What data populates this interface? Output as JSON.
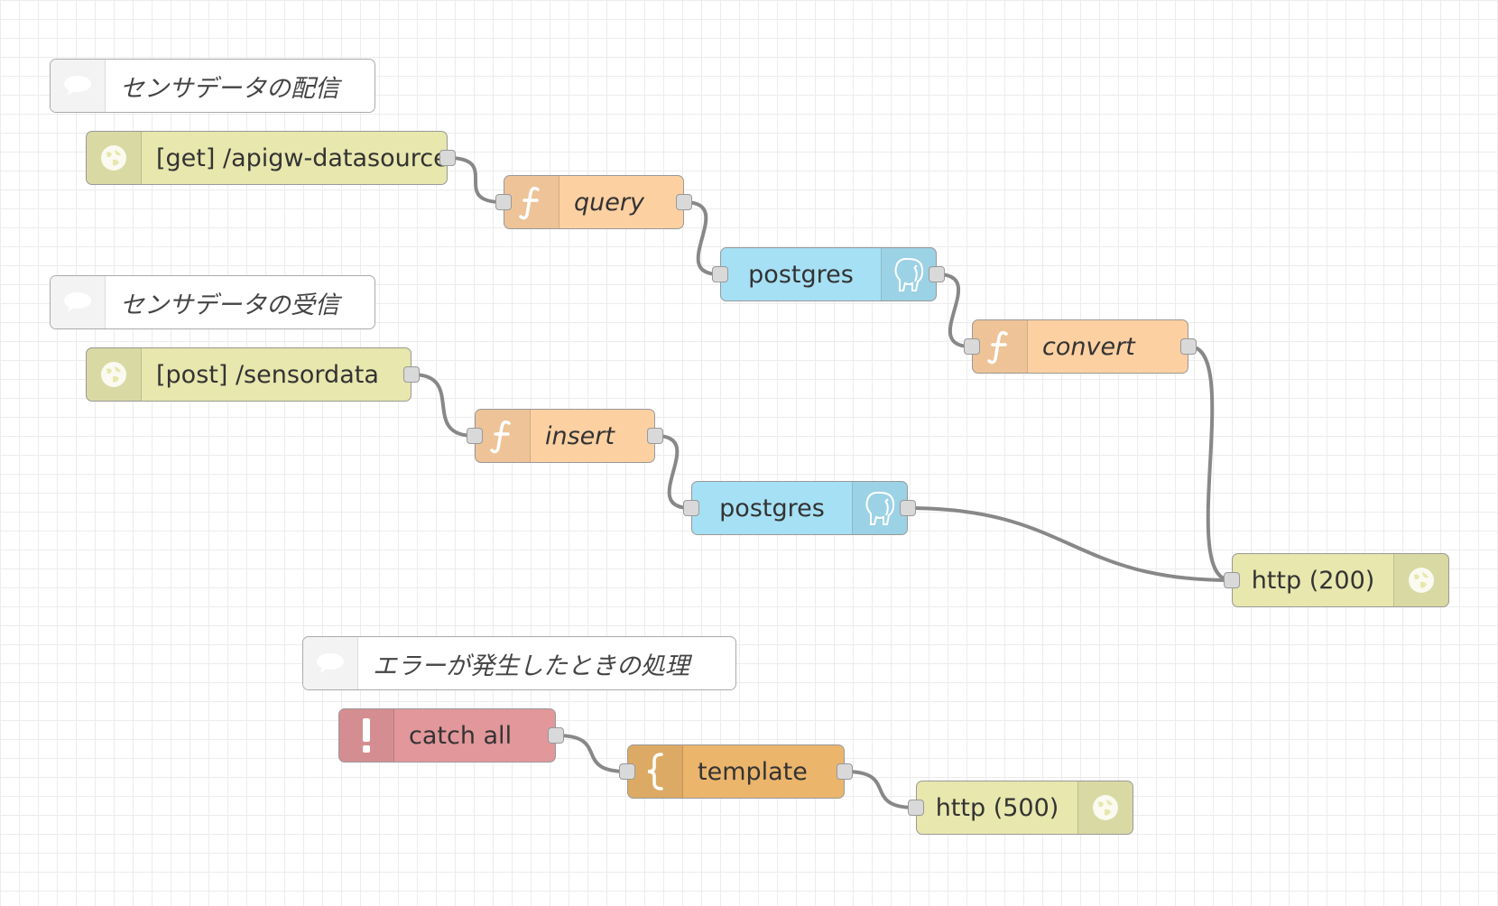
{
  "comments": {
    "distribute": "センサデータの配信",
    "receive": "センサデータの受信",
    "error": "エラーが発生したときの処理"
  },
  "nodes": {
    "get_in": "[get] /apigw-datasource",
    "query": "query",
    "postgres1": "postgres",
    "convert": "convert",
    "post_in": "[post] /sensordata",
    "insert": "insert",
    "postgres2": "postgres",
    "http200": "http (200)",
    "catch_all": "catch all",
    "template": "template",
    "http500": "http (500)"
  },
  "wires": [
    {
      "from": "get_in",
      "to": "query"
    },
    {
      "from": "query",
      "to": "postgres1"
    },
    {
      "from": "postgres1",
      "to": "convert"
    },
    {
      "from": "convert",
      "to": "http200"
    },
    {
      "from": "post_in",
      "to": "insert"
    },
    {
      "from": "insert",
      "to": "postgres2"
    },
    {
      "from": "postgres2",
      "to": "http200"
    },
    {
      "from": "catch_all",
      "to": "template"
    },
    {
      "from": "template",
      "to": "http500"
    }
  ],
  "colors": {
    "http": "#e7e7ae",
    "function": "#fdd0a2",
    "database": "#a6e0f5",
    "template": "#ebb56c",
    "catch": "#e2979b",
    "wire": "#888888"
  }
}
